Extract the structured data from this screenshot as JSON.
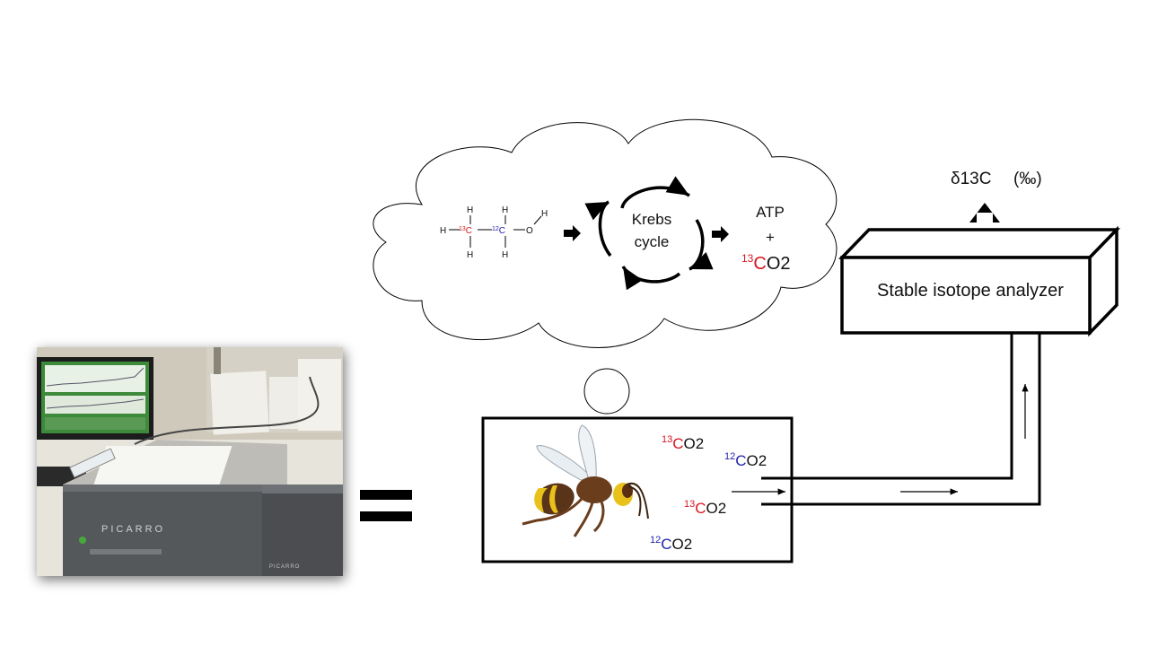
{
  "colors": {
    "carbon13": "#d9161e",
    "carbon12": "#2222aa",
    "outline": "#000000",
    "photo_shadow": "#9a9a9a"
  },
  "photo": {
    "device_brand": "PICARRO",
    "monitor_state": "green-plot-display"
  },
  "equals_symbol": "=",
  "thought_cloud": {
    "molecule": {
      "h": "H",
      "c13_mass": "13",
      "c12_mass": "12",
      "c_symbol": "C",
      "o_symbol": "O"
    },
    "krebs_line1": "Krebs",
    "krebs_line2": "cycle",
    "atp": "ATP",
    "plus": "+",
    "co2_mass": "13",
    "co2_c": "C",
    "co2_rest": "O2"
  },
  "chamber": {
    "labels": [
      {
        "mass": "13",
        "c": "C",
        "rest": "O2",
        "isotope": "13"
      },
      {
        "mass": "12",
        "c": "C",
        "rest": "O2",
        "isotope": "12"
      },
      {
        "mass": "13",
        "c": "C",
        "rest": "O2",
        "isotope": "13"
      },
      {
        "mass": "12",
        "c": "C",
        "rest": "O2",
        "isotope": "12"
      }
    ],
    "icons": [
      "hornet-icon"
    ]
  },
  "analyzer": {
    "label": "Stable isotope analyzer",
    "output_label": "δ13C",
    "output_unit": "(‰)"
  }
}
